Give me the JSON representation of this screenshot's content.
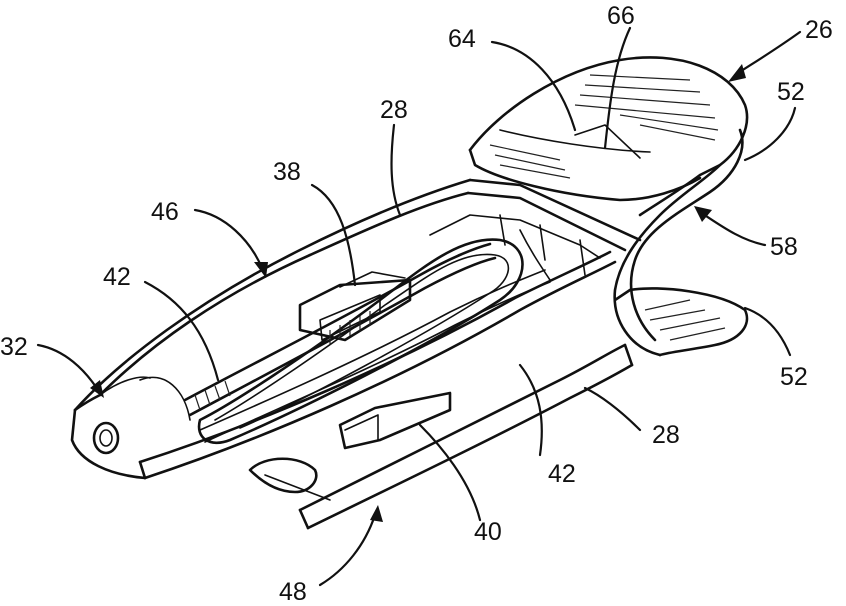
{
  "figure": {
    "labels": [
      {
        "id": "label-66",
        "text": "66"
      },
      {
        "id": "label-64",
        "text": "64"
      },
      {
        "id": "label-26",
        "text": "26"
      },
      {
        "id": "label-52-top",
        "text": "52"
      },
      {
        "id": "label-28-top",
        "text": "28"
      },
      {
        "id": "label-38",
        "text": "38"
      },
      {
        "id": "label-46",
        "text": "46"
      },
      {
        "id": "label-58",
        "text": "58"
      },
      {
        "id": "label-42-left",
        "text": "42"
      },
      {
        "id": "label-32",
        "text": "32"
      },
      {
        "id": "label-52-bottom",
        "text": "52"
      },
      {
        "id": "label-28-bottom",
        "text": "28"
      },
      {
        "id": "label-42-bottom",
        "text": "42"
      },
      {
        "id": "label-40",
        "text": "40"
      },
      {
        "id": "label-48",
        "text": "48"
      }
    ]
  }
}
